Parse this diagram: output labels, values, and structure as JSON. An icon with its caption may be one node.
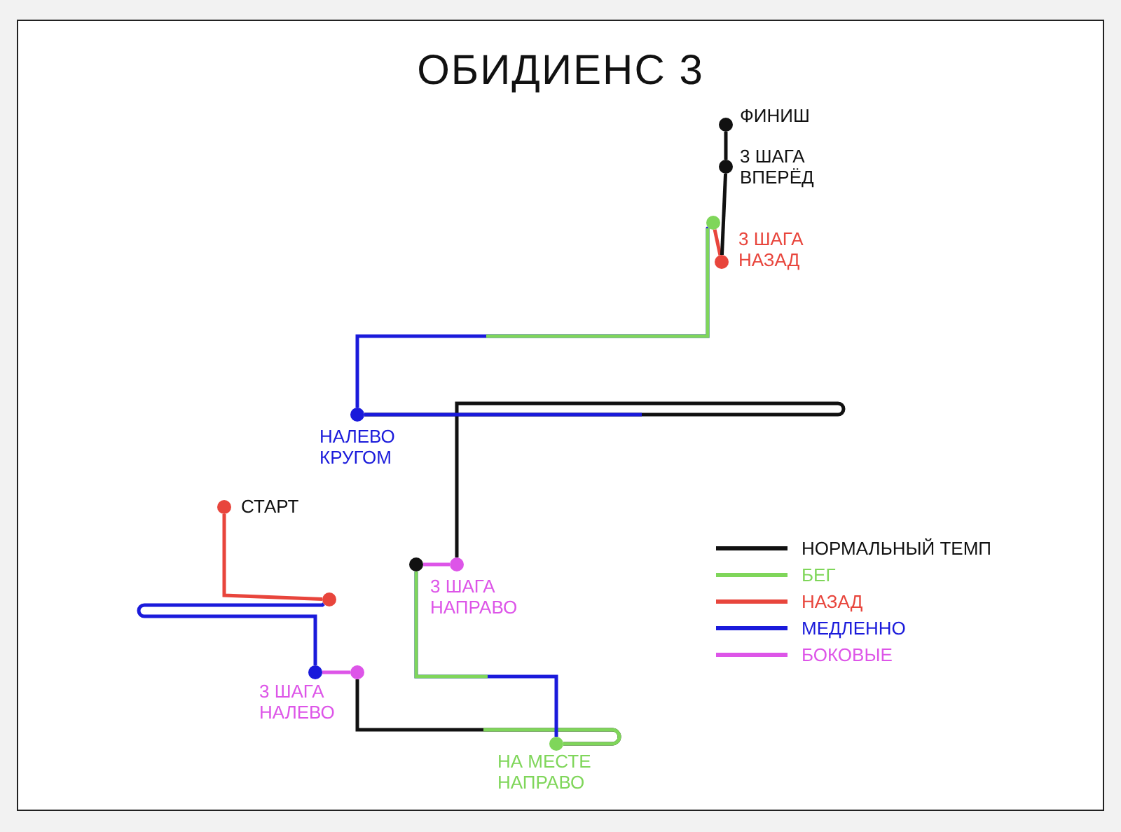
{
  "diagram": {
    "title": "ОБИДИЕНС 3",
    "nodes": [
      {
        "text": [
          "СТАРТ"
        ]
      },
      {
        "text": [],
        "shape": "circle"
      },
      {
        "text": [
          "3 ШАГА НАЛЕВО"
        ]
      },
      {
        "text": [],
        "shape": "circle"
      },
      {
        "text": [
          "НА МЕСТЕ НАПРАВО"
        ]
      },
      {
        "text": [],
        "shape": "circle"
      },
      {
        "text": [
          "3 ШАГА НАПРАВО"
        ]
      },
      {
        "text": [
          "НАЛЕВО КРУГОМ"
        ]
      },
      {
        "text": [],
        "shape": "circle"
      },
      {
        "text": [
          "3 ШАГА НАЗАД"
        ]
      },
      {
        "text": [
          "3 ШАГА ВПЕРЁД"
        ]
      },
      {
        "text": [
          "ФИНИШ"
        ]
      }
    ],
    "edges": [
      {
        "from": 0,
        "to": 1,
        "arrow": "none",
        "color": "#e8453c"
      },
      {
        "from": 1,
        "to": 2,
        "arrow": "none",
        "color": "#1a1adb"
      },
      {
        "from": 2,
        "to": 3,
        "arrow": "none",
        "color": "#dd55e8"
      },
      {
        "from": 3,
        "to": 4,
        "arrow": "none"
      },
      {
        "from": 4,
        "to": 5,
        "arrow": "none",
        "color": "#1a1adb"
      },
      {
        "from": 5,
        "to": 6,
        "arrow": "none",
        "color": "#dd55e8"
      },
      {
        "from": 6,
        "to": 7,
        "arrow": "none"
      },
      {
        "from": 7,
        "to": 8,
        "arrow": "none",
        "color": "#1a1adb"
      },
      {
        "from": 8,
        "to": 9,
        "arrow": "none",
        "color": "#e8453c"
      },
      {
        "from": 9,
        "to": 10,
        "arrow": "none"
      },
      {
        "from": 10,
        "to": 11,
        "arrow": "none"
      }
    ],
    "legend": [
      {
        "text": "НОРМАЛЬНЫЙ ТЕМП",
        "color": "#111111"
      },
      {
        "text": "БЕГ",
        "color": "#7fd65a"
      },
      {
        "text": "НАЗАД",
        "color": "#e8453c"
      },
      {
        "text": "МЕДЛЕННО",
        "color": "#1a1adb"
      },
      {
        "text": "БОКОВЫЕ",
        "color": "#dd55e8"
      }
    ]
  }
}
